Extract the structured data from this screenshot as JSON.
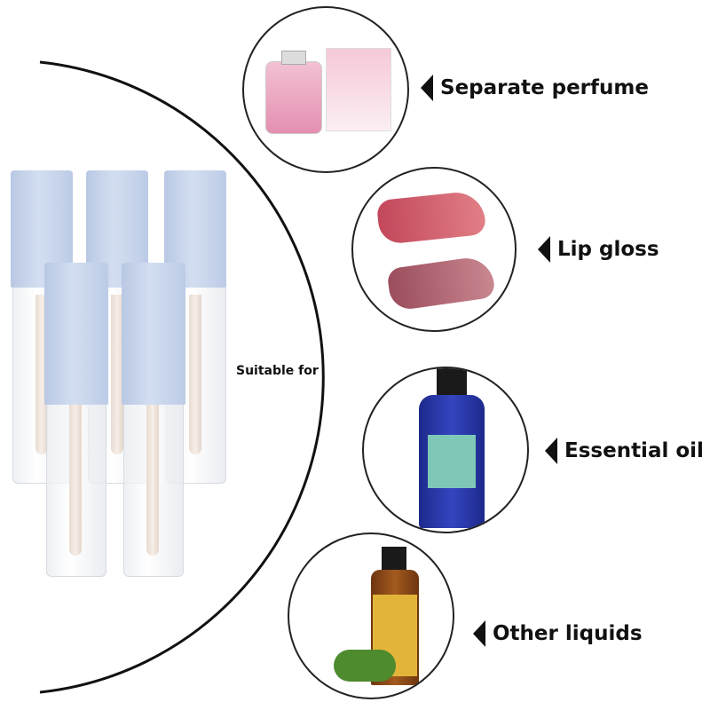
{
  "center_label": "Suitable for",
  "uses": [
    {
      "label": "Separate perfume",
      "icon": "perfume-bottle-and-box"
    },
    {
      "label": "Lip gloss",
      "icon": "lip-gloss-swatches"
    },
    {
      "label": "Essential oil",
      "icon": "blue-essential-oil-bottle"
    },
    {
      "label": "Other liquids",
      "icon": "amber-oil-bottle-with-castor-seeds"
    }
  ],
  "colors": {
    "cap": "#c5d3ea",
    "text": "#111111"
  }
}
